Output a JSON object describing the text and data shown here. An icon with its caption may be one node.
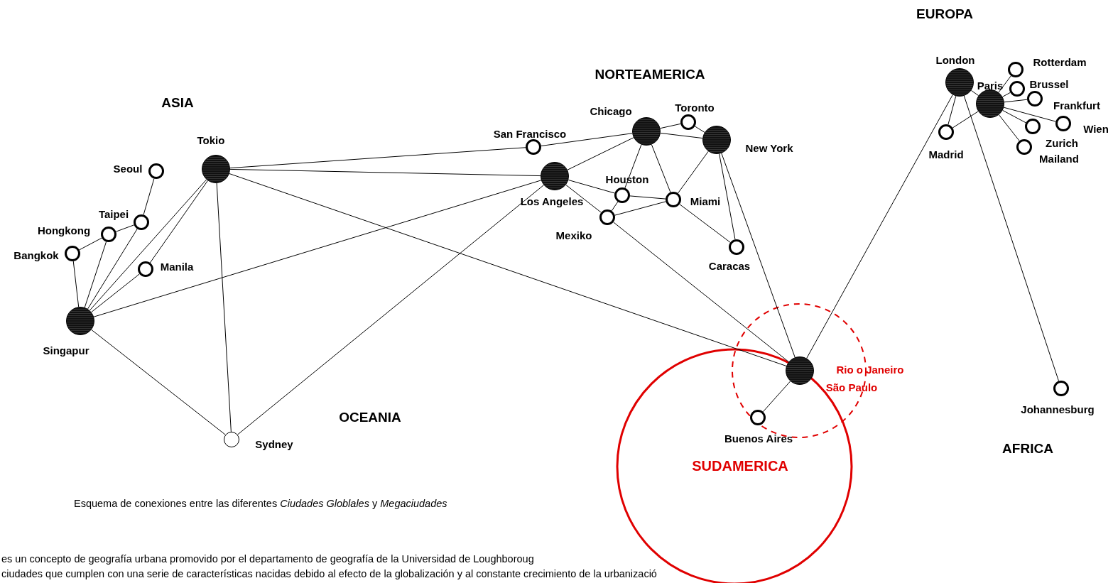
{
  "diagram": {
    "caption": "Esquema de conexiones entre las diferentes *Ciudades Globlales* y *Megaciudades*",
    "nodes": [
      {
        "text": [
          "Tokio"
        ]
      },
      {
        "text": [
          "Seoul"
        ]
      },
      {
        "text": [
          "Taipei"
        ]
      },
      {
        "text": [
          "Hongkong"
        ]
      },
      {
        "text": [
          "Bangkok"
        ]
      },
      {
        "text": [
          "Manila"
        ]
      },
      {
        "text": [
          "Singapur"
        ]
      },
      {
        "text": [
          "Sydney"
        ]
      },
      {
        "text": [
          "San Francisco"
        ]
      },
      {
        "text": [
          "Chicago"
        ]
      },
      {
        "text": [
          "Toronto"
        ]
      },
      {
        "text": [
          "New York"
        ]
      },
      {
        "text": [
          "Los Angeles"
        ]
      },
      {
        "text": [
          "Houston"
        ]
      },
      {
        "text": [
          "Miami"
        ]
      },
      {
        "text": [
          "Mexiko"
        ]
      },
      {
        "text": [
          "Caracas"
        ]
      },
      {
        "text": [
          "London"
        ]
      },
      {
        "text": [
          "Paris"
        ]
      },
      {
        "text": [
          "Rotterdam"
        ]
      },
      {
        "text": [
          "Brussel"
        ]
      },
      {
        "text": [
          "Frankfurt"
        ]
      },
      {
        "text": [
          "Wien"
        ]
      },
      {
        "text": [
          "Zurich"
        ]
      },
      {
        "text": [
          "Mailand"
        ]
      },
      {
        "text": [
          "Madrid"
        ]
      },
      {
        "text": [
          "Johannesburg"
        ]
      },
      {
        "text": [
          "Rio o Janeiro",
          "São Paulo"
        ]
      },
      {
        "text": [
          "Buenos Aires"
        ]
      }
    ],
    "edges": [
      {
        "from": 1,
        "to": 2,
        "arrow": "none"
      },
      {
        "from": 2,
        "to": 3,
        "arrow": "none"
      },
      {
        "from": 3,
        "to": 4,
        "arrow": "none"
      },
      {
        "from": 4,
        "to": 6,
        "arrow": "none"
      },
      {
        "from": 3,
        "to": 6,
        "arrow": "none"
      },
      {
        "from": 2,
        "to": 6,
        "arrow": "none"
      },
      {
        "from": 0,
        "to": 6,
        "arrow": "none"
      },
      {
        "from": 0,
        "to": 5,
        "arrow": "none"
      },
      {
        "from": 5,
        "to": 6,
        "arrow": "none"
      },
      {
        "from": 0,
        "to": 8,
        "arrow": "none"
      },
      {
        "from": 8,
        "to": 9,
        "arrow": "none"
      },
      {
        "from": 0,
        "to": 12,
        "arrow": "none"
      },
      {
        "from": 0,
        "to": 27,
        "arrow": "none"
      },
      {
        "from": 0,
        "to": 7,
        "arrow": "none"
      },
      {
        "from": 6,
        "to": 12,
        "arrow": "none"
      },
      {
        "from": 6,
        "to": 7,
        "arrow": "none"
      },
      {
        "from": 7,
        "to": 12,
        "arrow": "none"
      },
      {
        "from": 12,
        "to": 9,
        "arrow": "none"
      },
      {
        "from": 12,
        "to": 13,
        "arrow": "none"
      },
      {
        "from": 12,
        "to": 15,
        "arrow": "none"
      },
      {
        "from": 9,
        "to": 10,
        "arrow": "none"
      },
      {
        "from": 10,
        "to": 11,
        "arrow": "none"
      },
      {
        "from": 9,
        "to": 11,
        "arrow": "none"
      },
      {
        "from": 9,
        "to": 13,
        "arrow": "none"
      },
      {
        "from": 9,
        "to": 14,
        "arrow": "none"
      },
      {
        "from": 13,
        "to": 15,
        "arrow": "none"
      },
      {
        "from": 13,
        "to": 14,
        "arrow": "none"
      },
      {
        "from": 15,
        "to": 14,
        "arrow": "none"
      },
      {
        "from": 11,
        "to": 14,
        "arrow": "none"
      },
      {
        "from": 11,
        "to": 16,
        "arrow": "none"
      },
      {
        "from": 14,
        "to": 16,
        "arrow": "none"
      },
      {
        "from": 11,
        "to": 27,
        "arrow": "none"
      },
      {
        "from": 15,
        "to": 27,
        "arrow": "none"
      },
      {
        "from": 27,
        "to": 17,
        "arrow": "none"
      },
      {
        "from": 27,
        "to": 28,
        "arrow": "none"
      },
      {
        "from": 17,
        "to": 18,
        "arrow": "none"
      },
      {
        "from": 17,
        "to": 25,
        "arrow": "none"
      },
      {
        "from": 17,
        "to": 26,
        "arrow": "none"
      },
      {
        "from": 18,
        "to": 25,
        "arrow": "none"
      },
      {
        "from": 18,
        "to": 19,
        "arrow": "none"
      },
      {
        "from": 18,
        "to": 20,
        "arrow": "none"
      },
      {
        "from": 18,
        "to": 21,
        "arrow": "none"
      },
      {
        "from": 18,
        "to": 22,
        "arrow": "none"
      },
      {
        "from": 18,
        "to": 23,
        "arrow": "none"
      },
      {
        "from": 18,
        "to": 24,
        "arrow": "none"
      }
    ],
    "labels": [
      "EUROPA",
      "NORTEAMERICA",
      "ASIA",
      "OCEANIA",
      "AFRICA",
      "SUDAMERICA",
      "es un concepto de geografía urbana promovido por el departamento de geografía de la Universidad de Loughboroug",
      "ciudades que cumplen con una serie de características nacidas debido al efecto de la globalización y al constante crecimiento de la urbanizació"
    ]
  }
}
